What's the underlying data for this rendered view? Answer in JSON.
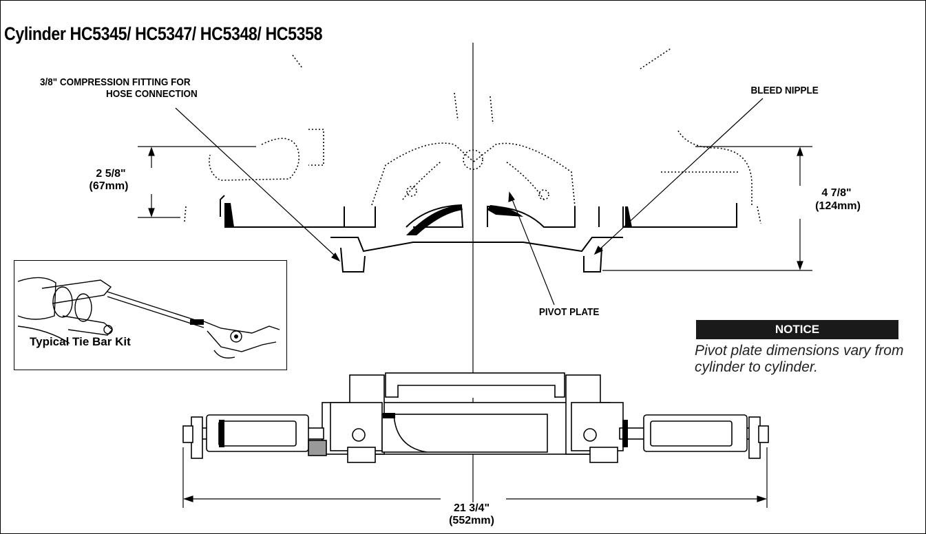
{
  "title": "Cylinder HC5345/ HC5347/ HC5348/ HC5358",
  "labels": {
    "fitting_line1": "3/8\" COMPRESSION FITTING FOR",
    "fitting_line2": "HOSE CONNECTION",
    "bleed_nipple": "BLEED NIPPLE",
    "pivot_plate": "PIVOT PLATE"
  },
  "dimensions": {
    "height_left": {
      "inches": "2 5/8\"",
      "mm": "(67mm)"
    },
    "height_right": {
      "inches": "4 7/8\"",
      "mm": "(124mm)"
    },
    "width": {
      "inches": "21 3/4\"",
      "mm": "(552mm)"
    }
  },
  "inset": {
    "caption": "Typical Tie Bar Kit"
  },
  "notice": {
    "heading": "NOTICE",
    "text": "Pivot plate dimensions vary from cylinder to cylinder."
  }
}
